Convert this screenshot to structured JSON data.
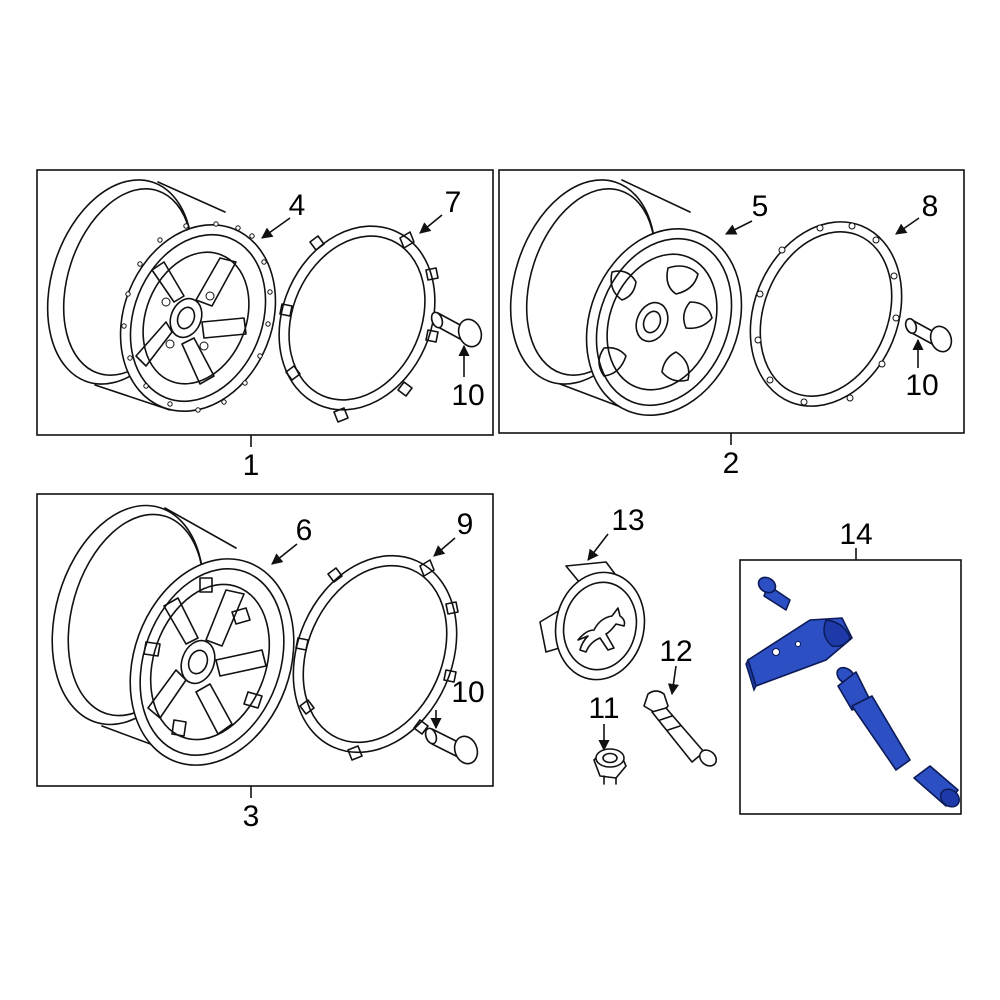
{
  "callouts": {
    "c1": "1",
    "c2": "2",
    "c3": "3",
    "c4": "4",
    "c5": "5",
    "c6": "6",
    "c7": "7",
    "c8": "8",
    "c9": "9",
    "c10a": "10",
    "c10b": "10",
    "c10c": "10",
    "c11": "11",
    "c12": "12",
    "c13": "13",
    "c14": "14"
  },
  "colors": {
    "line": "#111111",
    "highlight": "#2c4fc4",
    "background": "#ffffff"
  }
}
